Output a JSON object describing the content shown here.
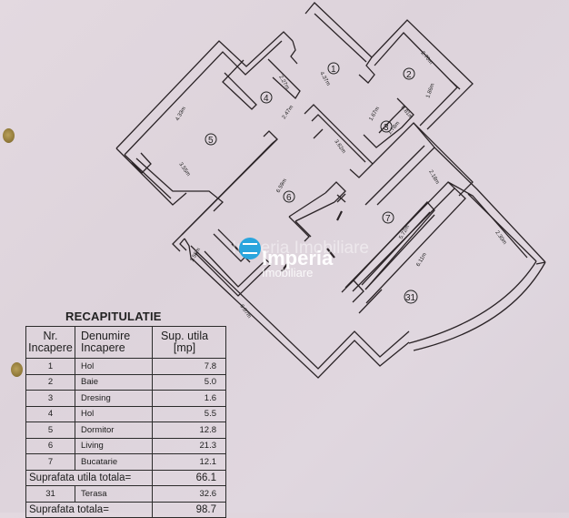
{
  "document": {
    "type": "apartment floor plan",
    "watermark": {
      "ghost_text": "Imperia Imobiliare",
      "brand": "Imperia",
      "subtitle": "Imobiliare",
      "logo_color": "#2aa5dd"
    }
  },
  "plan": {
    "room_markers": [
      "1",
      "2",
      "3",
      "4",
      "5",
      "6",
      "7",
      "31"
    ],
    "dimensions": {
      "room1": "4.37m",
      "room2_a": "2.70m",
      "room2_b": "1.86m",
      "room3_a": "1.67m",
      "room3_b": "0.81m",
      "room3_c": "1.78m",
      "room4_a": "2.27m",
      "room4_b": "2.47m",
      "room5_a": "4.33m",
      "room5_b": "3.55m",
      "room6_a": "6.59m",
      "room6_b": "3.62m",
      "room6_c": "1.56m",
      "room7_a": "2.18m",
      "room7_b": "5.72m",
      "terrace_a": "6.11m",
      "terrace_b": "2.30m",
      "outer": "6.07m"
    }
  },
  "recap": {
    "title": "RECAPITULATIE",
    "headers": {
      "nr": "Nr. Incapere",
      "name": "Denumire Incapere",
      "area": "Sup. utila [mp]"
    },
    "rows": [
      {
        "nr": "1",
        "name": "Hol",
        "area": "7.8"
      },
      {
        "nr": "2",
        "name": "Baie",
        "area": "5.0"
      },
      {
        "nr": "3",
        "name": "Dresing",
        "area": "1.6"
      },
      {
        "nr": "4",
        "name": "Hol",
        "area": "5.5"
      },
      {
        "nr": "5",
        "name": "Dormitor",
        "area": "12.8"
      },
      {
        "nr": "6",
        "name": "Living",
        "area": "21.3"
      },
      {
        "nr": "7",
        "name": "Bucatarie",
        "area": "12.1"
      }
    ],
    "usable_total_label": "Suprafata utila totala=",
    "usable_total_value": "66.1",
    "terrace": {
      "nr": "31",
      "name": "Terasa",
      "area": "32.6"
    },
    "grand_total_label": "Suprafata totala=",
    "grand_total_value": "98.7"
  }
}
